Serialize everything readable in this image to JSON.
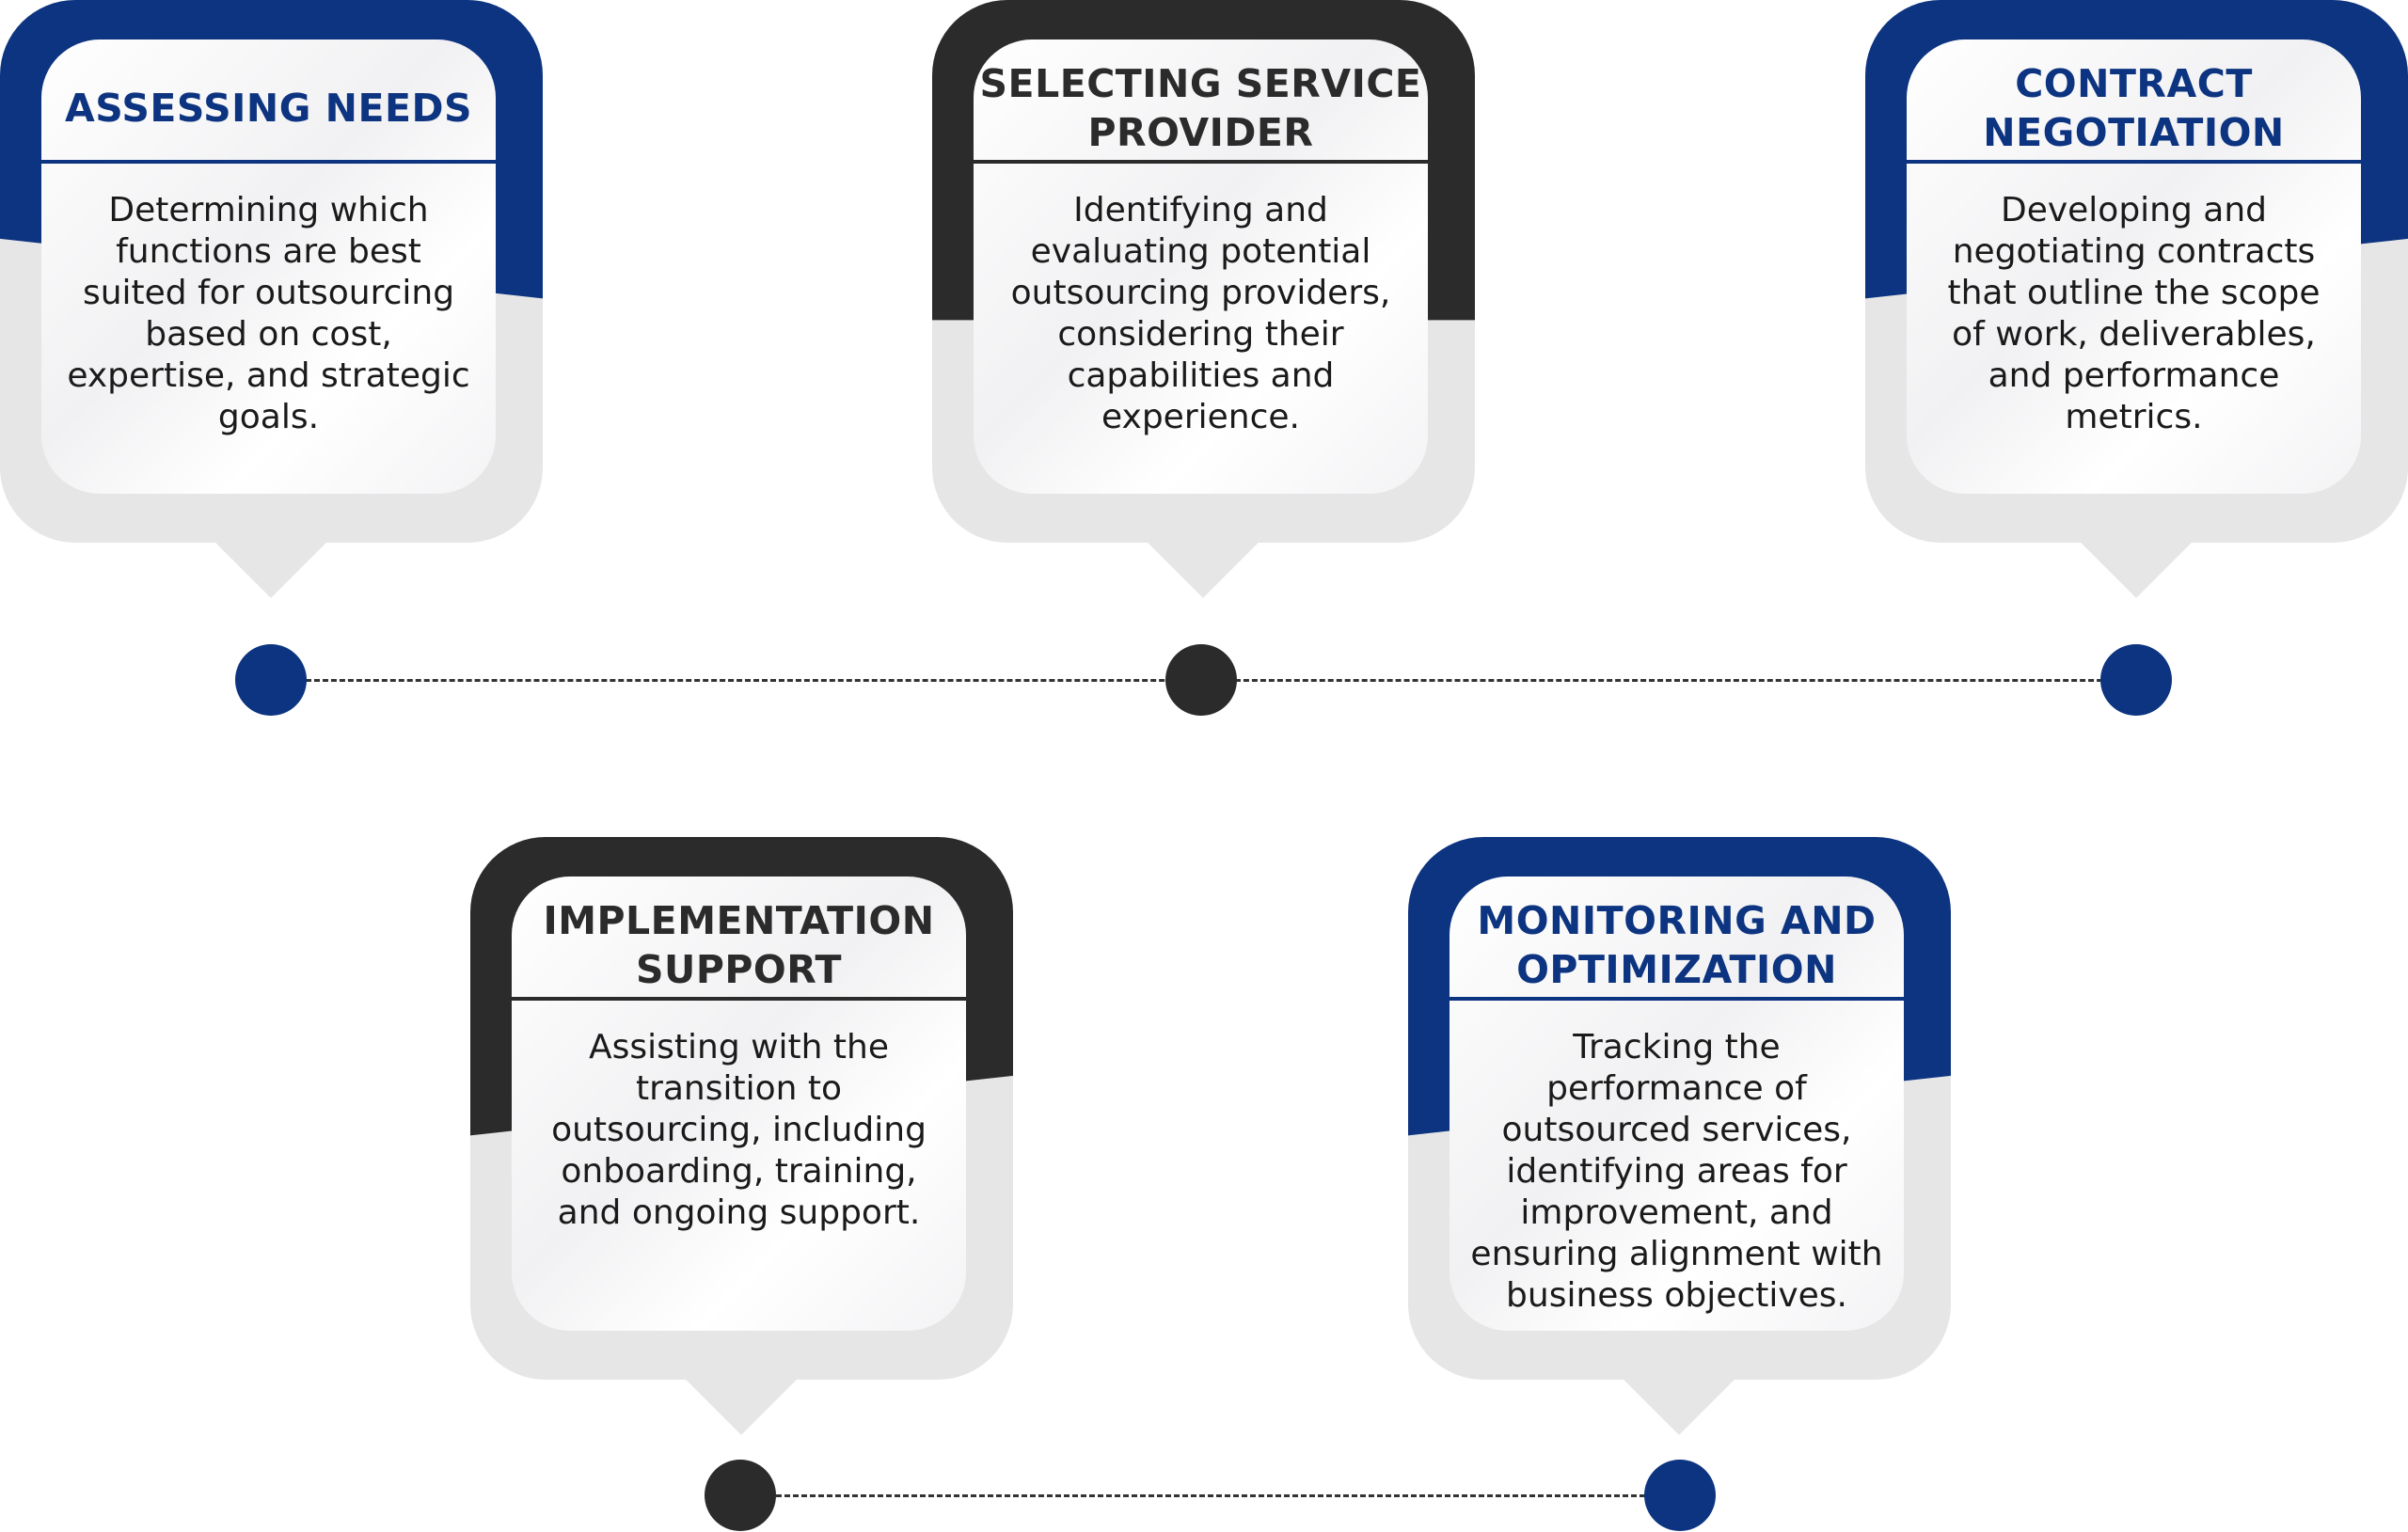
{
  "colors": {
    "blue": "#0d3480",
    "dark": "#2b2b2b",
    "gray": "#e6e6e6"
  },
  "steps": [
    {
      "title": "ASSESSING NEEDS",
      "description": "Determining which functions are best suited for outsourcing based on cost, expertise, and strategic goals.",
      "color": "blue"
    },
    {
      "title": "SELECTING SERVICE PROVIDER",
      "description": "Identifying and evaluating potential outsourcing providers, considering their capabilities and experience.",
      "color": "dark"
    },
    {
      "title": "CONTRACT NEGOTIATION",
      "description": "Developing and negotiating contracts that outline the scope of work, deliverables, and performance metrics.",
      "color": "blue"
    },
    {
      "title": "IMPLEMENTATION SUPPORT",
      "description": "Assisting with the transition to outsourcing, including onboarding, training, and ongoing support.",
      "color": "dark"
    },
    {
      "title": "MONITORING AND OPTIMIZATION",
      "description": "Tracking the performance of outsourced services, identifying areas for improvement, and ensuring alignment with business objectives.",
      "color": "blue"
    }
  ]
}
